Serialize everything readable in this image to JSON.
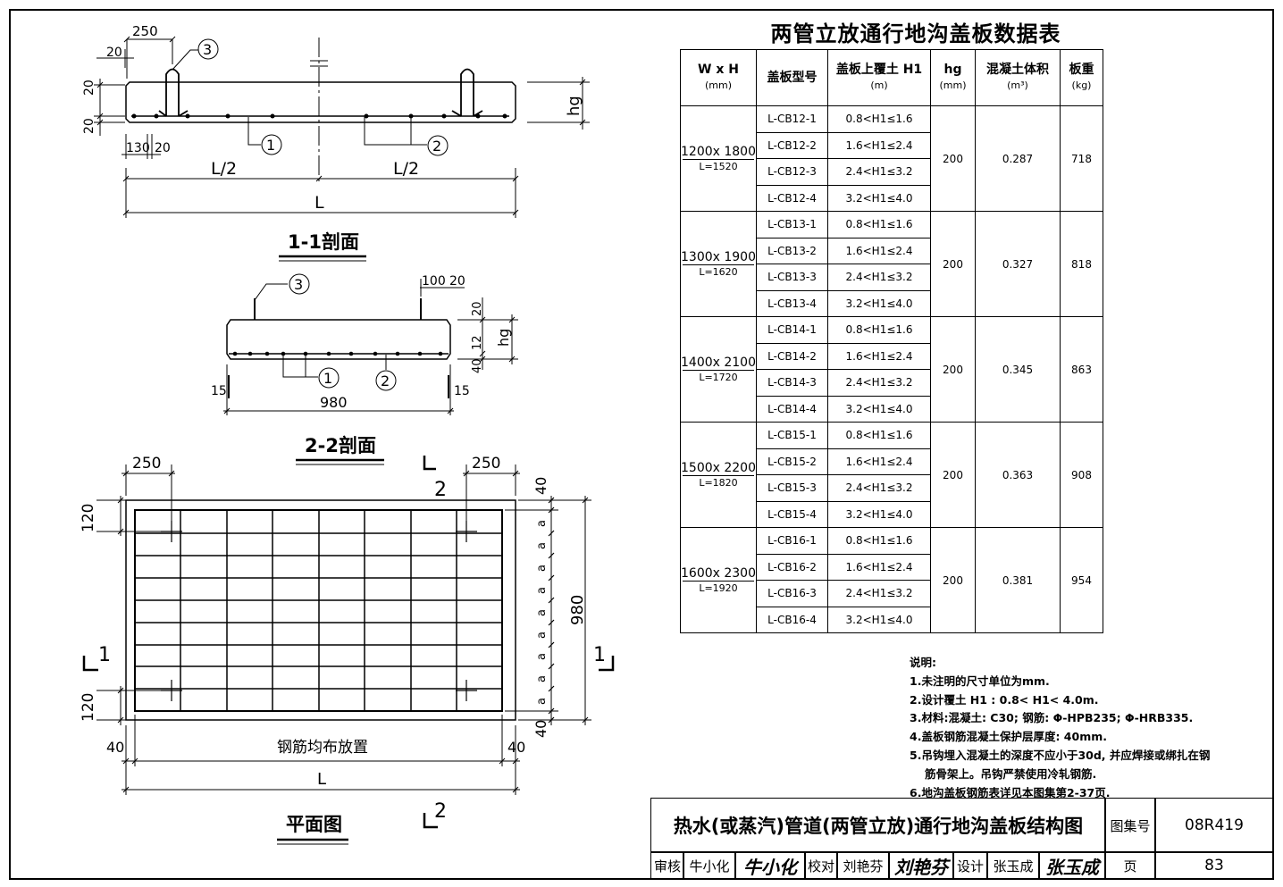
{
  "drawing": {
    "section_1": {
      "title": "1-1剖面",
      "dim_250": "250",
      "dim_20_top": "20",
      "dim_20_a": "20",
      "dim_20_b": "20",
      "dim_130": "130",
      "dim_20_c": "20",
      "half_left": "L/2",
      "half_right": "L/2",
      "length": "L",
      "hg": "hg",
      "callout_1": "1",
      "callout_2": "2",
      "callout_3": "3"
    },
    "section_2": {
      "title": "2-2剖面",
      "dim_100": "100",
      "dim_20_right": "20",
      "dim_20_v": "20",
      "dim_12": "12",
      "dim_40": "40",
      "dim_15_left": "15",
      "dim_15_right": "15",
      "width": "980",
      "hg": "hg",
      "callout_1": "1",
      "callout_2": "2",
      "callout_3": "3"
    },
    "plan": {
      "title": "平面图",
      "dim_250_left": "250",
      "dim_250_right": "250",
      "dim_120_top": "120",
      "dim_120_bottom": "120",
      "dim_40_left": "40",
      "dim_40_right": "40",
      "dim_40_top": "40",
      "dim_40_bottom": "40",
      "height": "980",
      "rebar_label": "钢筋均布放置",
      "length": "L",
      "spacing_mark": "a",
      "cut_1": "1",
      "cut_2": "2"
    }
  },
  "table": {
    "title": "两管立放通行地沟盖板数据表",
    "headers": [
      {
        "main": "W x H",
        "sub": "(mm)"
      },
      {
        "main": "盖板型号",
        "sub": ""
      },
      {
        "main": "盖板上覆土 H1",
        "sub": "(m)"
      },
      {
        "main": "hg",
        "sub": "(mm)"
      },
      {
        "main": "混凝土体积",
        "sub": "(m³)"
      },
      {
        "main": "板重",
        "sub": "(kg)"
      }
    ],
    "groups": [
      {
        "size": "1200x 1800",
        "length": "L=1520",
        "hg": "200",
        "volume": "0.287",
        "weight": "718",
        "rows": [
          {
            "model": "L-CB12-1",
            "h1": "0.8<H1≤1.6"
          },
          {
            "model": "L-CB12-2",
            "h1": "1.6<H1≤2.4"
          },
          {
            "model": "L-CB12-3",
            "h1": "2.4<H1≤3.2"
          },
          {
            "model": "L-CB12-4",
            "h1": "3.2<H1≤4.0"
          }
        ]
      },
      {
        "size": "1300x 1900",
        "length": "L=1620",
        "hg": "200",
        "volume": "0.327",
        "weight": "818",
        "rows": [
          {
            "model": "L-CB13-1",
            "h1": "0.8<H1≤1.6"
          },
          {
            "model": "L-CB13-2",
            "h1": "1.6<H1≤2.4"
          },
          {
            "model": "L-CB13-3",
            "h1": "2.4<H1≤3.2"
          },
          {
            "model": "L-CB13-4",
            "h1": "3.2<H1≤4.0"
          }
        ]
      },
      {
        "size": "1400x 2100",
        "length": "L=1720",
        "hg": "200",
        "volume": "0.345",
        "weight": "863",
        "rows": [
          {
            "model": "L-CB14-1",
            "h1": "0.8<H1≤1.6"
          },
          {
            "model": "L-CB14-2",
            "h1": "1.6<H1≤2.4"
          },
          {
            "model": "L-CB14-3",
            "h1": "2.4<H1≤3.2"
          },
          {
            "model": "L-CB14-4",
            "h1": "3.2<H1≤4.0"
          }
        ]
      },
      {
        "size": "1500x 2200",
        "length": "L=1820",
        "hg": "200",
        "volume": "0.363",
        "weight": "908",
        "rows": [
          {
            "model": "L-CB15-1",
            "h1": "0.8<H1≤1.6"
          },
          {
            "model": "L-CB15-2",
            "h1": "1.6<H1≤2.4"
          },
          {
            "model": "L-CB15-3",
            "h1": "2.4<H1≤3.2"
          },
          {
            "model": "L-CB15-4",
            "h1": "3.2<H1≤4.0"
          }
        ]
      },
      {
        "size": "1600x 2300",
        "length": "L=1920",
        "hg": "200",
        "volume": "0.381",
        "weight": "954",
        "rows": [
          {
            "model": "L-CB16-1",
            "h1": "0.8<H1≤1.6"
          },
          {
            "model": "L-CB16-2",
            "h1": "1.6<H1≤2.4"
          },
          {
            "model": "L-CB16-3",
            "h1": "2.4<H1≤3.2"
          },
          {
            "model": "L-CB16-4",
            "h1": "3.2<H1≤4.0"
          }
        ]
      }
    ]
  },
  "notes": {
    "heading": "说明:",
    "items": [
      "1.未注明的尺寸单位为mm.",
      "2.设计覆土 H1 : 0.8< H1< 4.0m.",
      "3.材料:混凝土: C30; 钢筋: Φ-HPB235; Φ-HRB335.",
      "4.盖板钢筋混凝土保护层厚度: 40mm.",
      "5.吊钩埋入混凝土的深度不应小于30d, 并应焊接或绑扎在钢",
      "筋骨架上。吊钩严禁使用冷轧钢筋.",
      "6.地沟盖板钢筋表详见本图集第2-37页."
    ]
  },
  "title_block": {
    "title": "热水(或蒸汽)管道(两管立放)通行地沟盖板结构图",
    "atlas_label": "图集号",
    "atlas_no": "08R419",
    "review_label": "审核",
    "reviewer": "牛小化",
    "reviewer_sig": "牛小化",
    "check_label": "校对",
    "checker": "刘艳芬",
    "checker_sig": "刘艳芬",
    "design_label": "设计",
    "designer": "张玉成",
    "designer_sig": "张玉成",
    "page_label": "页",
    "page_no": "83"
  }
}
